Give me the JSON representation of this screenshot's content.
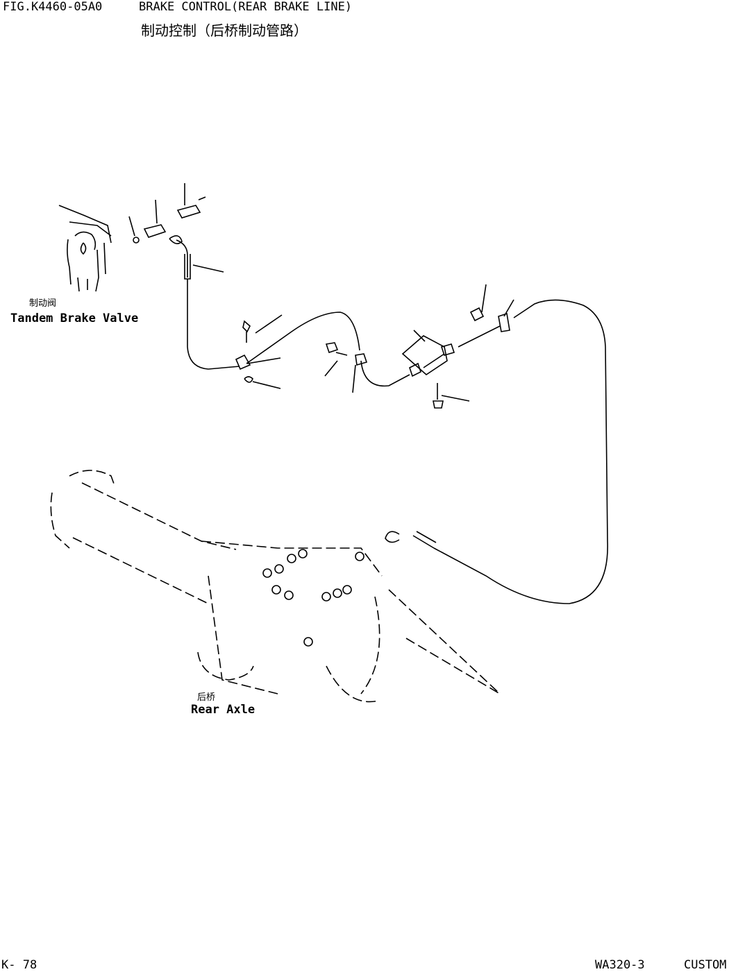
{
  "header": {
    "fig_no": "FIG.K4460-05A0",
    "title": "BRAKE CONTROL(REAR BRAKE LINE)",
    "title_cn": "制动控制（后桥制动管路）"
  },
  "labels": {
    "valve_cn": "制动阀",
    "valve_en": "Tandem Brake Valve",
    "axle_cn": "后桥",
    "axle_en": "Rear Axle"
  },
  "footer": {
    "page": "K- 78",
    "model": "WA320-3",
    "spec": "CUSTOM"
  }
}
